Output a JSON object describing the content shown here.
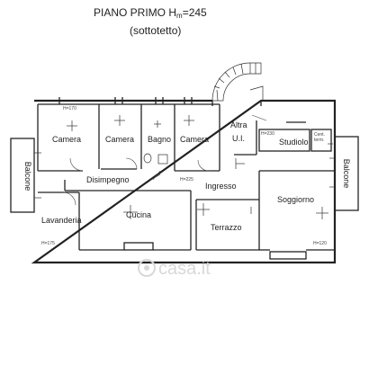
{
  "title": "PIANO PRIMO H",
  "title_sub": "m",
  "title_tail": "=245",
  "subtitle": "(sottotetto)",
  "rooms": {
    "camera1": "Camera",
    "camera2": "Camera",
    "bagno": "Bagno",
    "camera3": "Camera",
    "altra_ui_1": "Altra",
    "altra_ui_2": "U.I.",
    "studiolo": "Studiolo",
    "cent_term_1": "Cent.",
    "cent_term_2": "term.",
    "balcone_left": "Balcone",
    "balcone_right": "Balcone",
    "disimpegno": "Disimpegno",
    "ingresso": "Ingresso",
    "soggiorno": "Soggiorno",
    "lavanderia": "Lavanderia",
    "cucina": "Cucina",
    "terrazzo": "Terrazzo"
  },
  "heights": {
    "camera1_h": "H=170",
    "studiolo_h": "H=230",
    "disimpegno_h": "H=225",
    "lavanderia_h": "H=175",
    "soggiorno_h": "H=120"
  },
  "watermark": "casa.it",
  "colors": {
    "line": "#222222",
    "watermark": "#d8d8d8"
  }
}
